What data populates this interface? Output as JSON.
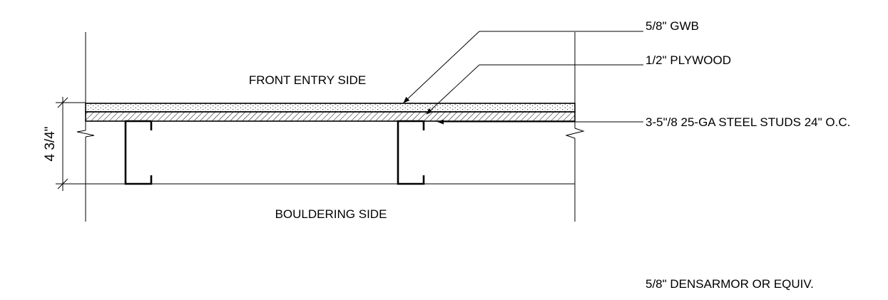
{
  "drawing": {
    "side_labels": {
      "top": "FRONT ENTRY SIDE",
      "bottom": "BOULDERING SIDE"
    },
    "callouts": [
      {
        "text": "5/8\" GWB"
      },
      {
        "text": "1/2\" PLYWOOD"
      },
      {
        "text": "3-5\"/8 25-GA STEEL STUDS 24\" O.C."
      }
    ],
    "dimension": {
      "text": "4 3/4\""
    },
    "note": "5/8\" DENSARMOR OR EQUIV."
  }
}
